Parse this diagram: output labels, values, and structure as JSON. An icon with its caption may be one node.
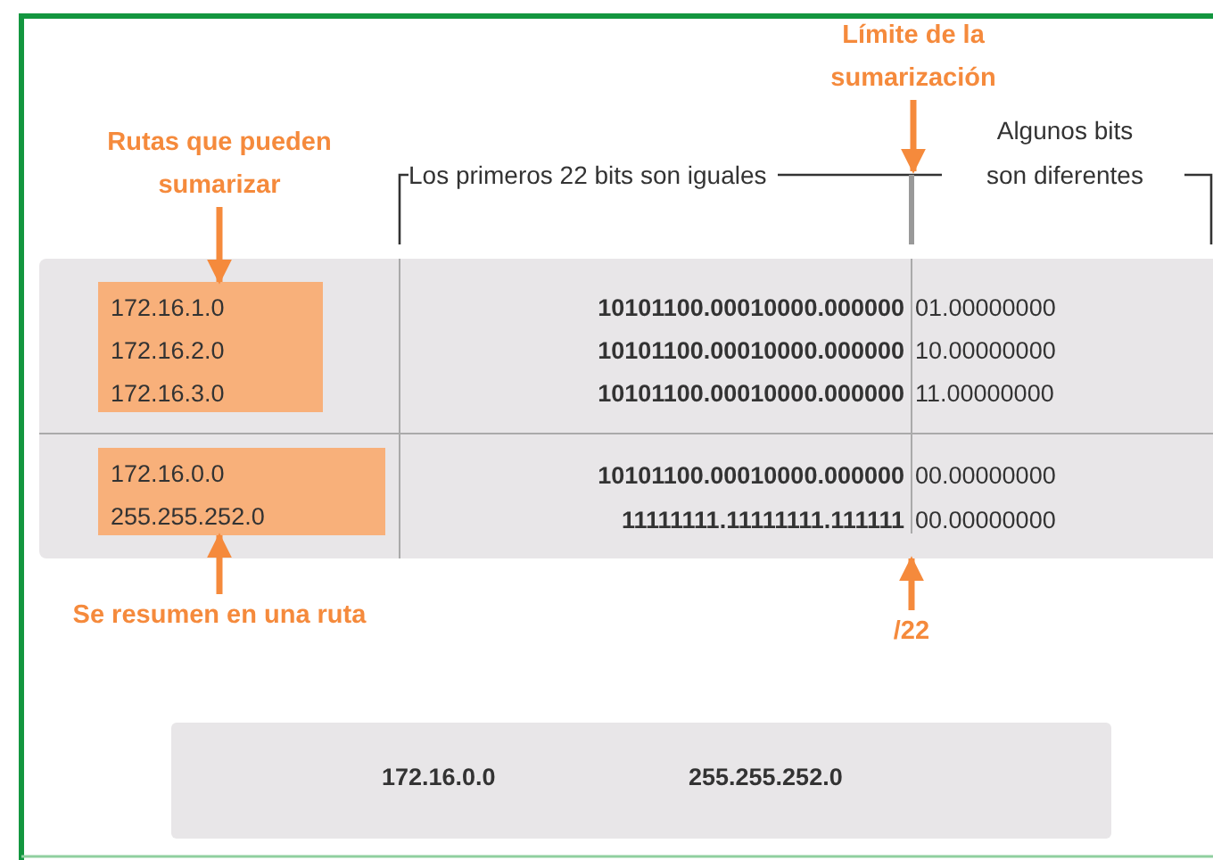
{
  "diagram": {
    "nodes": [
      {
        "text": [
          "Rutas que pueden sumarizar"
        ]
      },
      {
        "text": [
          "Límite de la sumarización"
        ]
      },
      {
        "text": [],
        "shape": "box"
      },
      {
        "text": [
          "172.16.1.0",
          "172.16.2.0",
          "172.16.3.0"
        ],
        "in": 2
      },
      {
        "text": [
          "172.16.0.0",
          "255.255.252.0"
        ],
        "in": 2
      },
      {
        "text": [
          "Se resumen en una ruta"
        ]
      },
      {
        "text": [
          "/22"
        ]
      },
      {
        "text": [
          "172.16.0.0",
          "255.255.252.0"
        ]
      }
    ],
    "edges": [
      {
        "from": 0,
        "to": 3,
        "arrow": "to"
      },
      {
        "from": 1,
        "to": null,
        "arrow": "to"
      },
      {
        "from": 5,
        "to": 4,
        "arrow": "to"
      },
      {
        "from": 6,
        "to": 2,
        "arrow": "to"
      }
    ],
    "labels": [
      "Los primeros 22 bits son iguales",
      "Algunos bits son diferentes",
      "10101100.00010000.000000",
      "01.00000000",
      "10101100.00010000.000000",
      "10.00000000",
      "10101100.00010000.000000",
      "11.00000000",
      "10101100.00010000.000000",
      "00.00000000",
      "11111111.11111111.111111",
      "00.00000000"
    ]
  }
}
